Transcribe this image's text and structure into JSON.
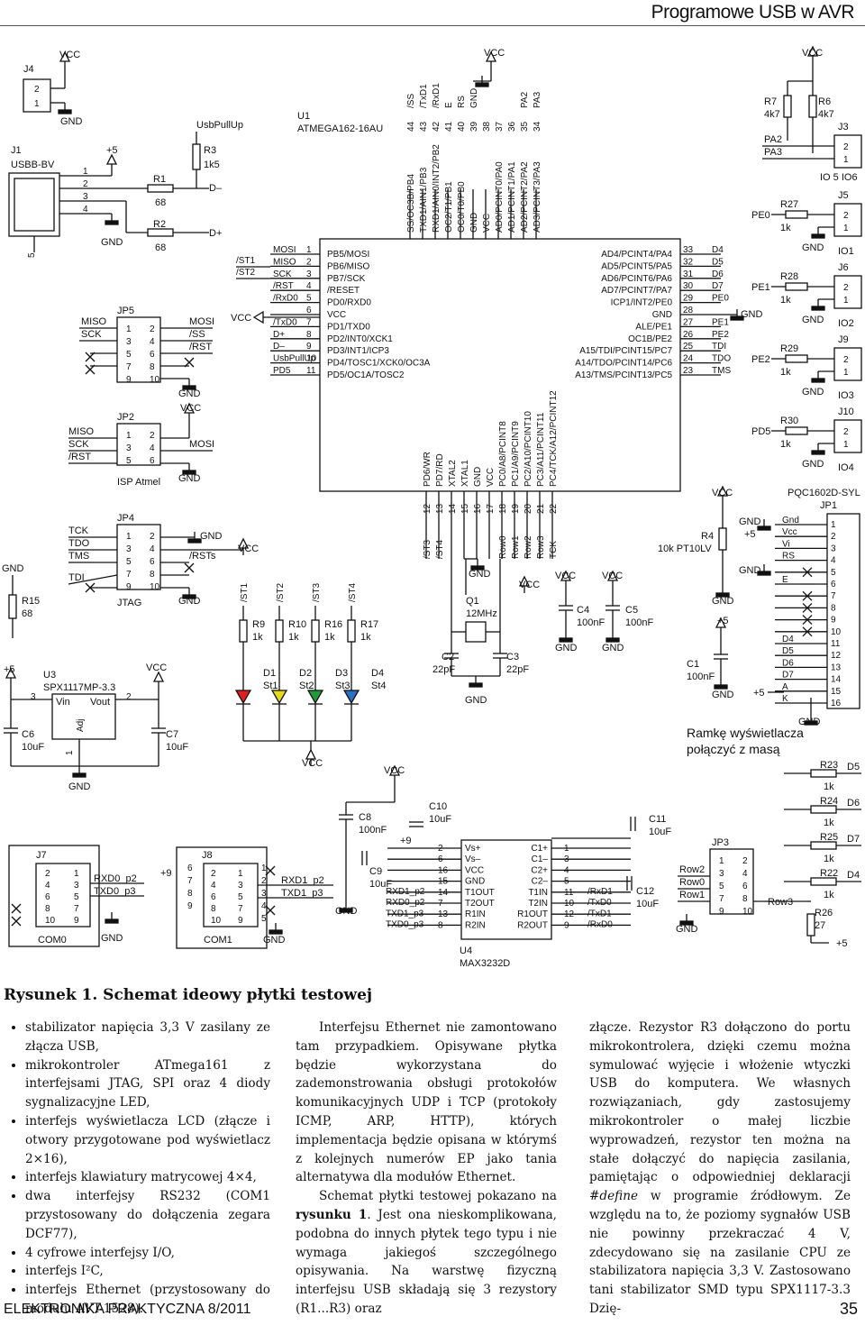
{
  "header": {
    "title": "Programowe USB w AVR"
  },
  "figure": {
    "caption": "Rysunek 1. Schemat ideowy płytki testowej",
    "conn_header": {
      "J4": "J4",
      "j4_p2": "2",
      "j4_p1": "1",
      "vcc1": "VCC",
      "gnd1": "GND",
      "J1": "J1",
      "usb": "USBB-BV",
      "plus5a": "+5",
      "p1": "1",
      "p2": "2",
      "p3": "3",
      "p4": "4",
      "p5": "5",
      "R1": "R1",
      "r1v": "68",
      "R2": "R2",
      "r2v": "68",
      "gnd2": "GND",
      "usbpullup": "UsbPullUp",
      "R3": "R3",
      "r3v": "1k5",
      "dminus": "D–",
      "dplus": "D+"
    },
    "isp": {
      "JP5": "JP5",
      "miso": "MISO",
      "sck": "SCK",
      "mosi": "MOSI",
      "ss": "/SS",
      "rst": "/RST",
      "n1": "1",
      "n2": "2",
      "n3": "3",
      "n4": "4",
      "n5": "5",
      "n6": "6",
      "n7": "7",
      "n8": "8",
      "n9": "9",
      "n10": "10",
      "gnd": "GND",
      "vcc": "VCC",
      "JP2": "JP2",
      "miso2": "MISO",
      "sck2": "SCK",
      "rst2": "/RST",
      "mosi2": "MOSI",
      "gnd3": "GND",
      "ispatmel": "ISP Atmel",
      "JP4": "JP4",
      "tck": "TCK",
      "tdo": "TDO",
      "tms": "TMS",
      "tdi": "TDI",
      "gnd4": "GND",
      "rsts": "/RSTs",
      "gnd5": "GND",
      "vcc2": "VCC",
      "jtag": "JTAG"
    },
    "mcu": {
      "U1": "U1",
      "part": "ATMEGA162-16AU",
      "left_pins": [
        {
          "net": "MOSI",
          "num": "1",
          "name": "PB5/MOSI"
        },
        {
          "net": "MISO",
          "num": "2",
          "name": "PB6/MISO"
        },
        {
          "net": "SCK",
          "num": "3",
          "name": "PB7/SCK"
        },
        {
          "net": "/RST",
          "num": "4",
          "name": "/RESET"
        },
        {
          "net": "/RxD0",
          "num": "5",
          "name": "PD0/RXD0"
        },
        {
          "net": "",
          "num": "6",
          "name": "VCC"
        },
        {
          "net": "/TxD0",
          "num": "7",
          "name": "PD1/TXD0"
        },
        {
          "net": "D+",
          "num": "8",
          "name": "PD2/INT0/XCK1"
        },
        {
          "net": "D–",
          "num": "9",
          "name": "PD3/INT1/ICP3"
        },
        {
          "net": "UsbPullUp",
          "num": "10",
          "name": "PD4/TOSC1/XCK0/OC3A"
        },
        {
          "net": "PD5",
          "num": "11",
          "name": "PD5/OC1A/TOSC2"
        }
      ],
      "st1": "/ST1",
      "st2": "/ST2",
      "vcc": "VCC",
      "right_pins": [
        {
          "name": "AD4/PCINT4/PA4",
          "num": "33",
          "net": "D4"
        },
        {
          "name": "AD5/PCINT5/PA5",
          "num": "32",
          "net": "D5"
        },
        {
          "name": "AD6/PCINT6/PA6",
          "num": "31",
          "net": "D6"
        },
        {
          "name": "AD7/PCINT7/PA7",
          "num": "30",
          "net": "D7"
        },
        {
          "name": "ICP1/INT2/PE0",
          "num": "29",
          "net": "PE0"
        },
        {
          "name": "GND",
          "num": "28",
          "net": ""
        },
        {
          "name": "ALE/PE1",
          "num": "27",
          "net": "PE1"
        },
        {
          "name": "OC1B/PE2",
          "num": "26",
          "net": "PE2"
        },
        {
          "name": "A15/TDI/PCINT15/PC7",
          "num": "25",
          "net": "TDI"
        },
        {
          "name": "A14/TDO/PCINT14/PC6",
          "num": "24",
          "net": "TDO"
        },
        {
          "name": "A13/TMS/PCINT13/PC5",
          "num": "23",
          "net": "TMS"
        }
      ],
      "gnd_r": "GND",
      "top_pins": [
        {
          "net": "/SS",
          "num": "44",
          "name": "SS/OC3B/PB4"
        },
        {
          "net": "/TxD1",
          "num": "43",
          "name": "TXD1/AIN1/PB3"
        },
        {
          "net": "/RxD1",
          "num": "42",
          "name": "RXD1/AIN0/INT2/PB2"
        },
        {
          "net": "E",
          "num": "41",
          "name": "OC2/T1/PB1"
        },
        {
          "net": "RS",
          "num": "40",
          "name": "OC0/T0/PB0"
        },
        {
          "net": "GND",
          "num": "39",
          "name": "GND"
        },
        {
          "net": "",
          "num": "38",
          "name": "VCC"
        },
        {
          "net": "",
          "num": "37",
          "name": "AD0/PCINT0/PA0"
        },
        {
          "net": "",
          "num": "36",
          "name": "AD1/PCINT1/PA1"
        },
        {
          "net": "PA2",
          "num": "35",
          "name": "AD2/PCINT2/PA2"
        },
        {
          "net": "PA3",
          "num": "34",
          "name": "AD3/PCINT3/PA3"
        }
      ],
      "vcc_top": "VCC",
      "bottom_pins": [
        {
          "name": "PD6/WR",
          "num": "12",
          "net": "/ST3"
        },
        {
          "name": "PD7/RD",
          "num": "13",
          "net": "/ST4"
        },
        {
          "name": "XTAL2",
          "num": "14",
          "net": ""
        },
        {
          "name": "XTAL1",
          "num": "15",
          "net": ""
        },
        {
          "name": "GND",
          "num": "16",
          "net": ""
        },
        {
          "name": "VCC",
          "num": "17",
          "net": ""
        },
        {
          "name": "PC0/A8/PCINT8",
          "num": "18",
          "net": "Row0"
        },
        {
          "name": "PC1/A9/PCINT9",
          "num": "19",
          "net": "Row1"
        },
        {
          "name": "PC2/A10/PCINT10",
          "num": "20",
          "net": "Row2"
        },
        {
          "name": "PC3/A11/PCINT11",
          "num": "21",
          "net": "Row3"
        },
        {
          "name": "PC4/TCK/A12/PCINT12",
          "num": "22",
          "net": "TCK"
        }
      ],
      "gnd_b": "GND",
      "vcc_b": "VCC"
    },
    "crystal": {
      "Q1": "Q1",
      "freq": "12MHz",
      "C2": "C2",
      "c2v": "22pF",
      "C3": "C3",
      "c3v": "22pF",
      "gnd": "GND"
    },
    "decoupling": {
      "vcc1": "VCC",
      "vcc2": "VCC",
      "C4": "C4",
      "c4v": "100nF",
      "C5": "C5",
      "c5v": "100nF",
      "gnd1": "GND",
      "gnd2": "GND"
    },
    "leds": {
      "vcc": "VCC",
      "items": [
        {
          "net": "/ST1",
          "r": "R9",
          "rv": "1k",
          "d": "D1",
          "st": "St1",
          "color": "#e02020"
        },
        {
          "net": "/ST2",
          "r": "R10",
          "rv": "1k",
          "d": "D2",
          "st": "St2",
          "color": "#e8d81e"
        },
        {
          "net": "/ST3",
          "r": "R16",
          "rv": "1k",
          "d": "D3",
          "st": "St3",
          "color": "#1f9a35"
        },
        {
          "net": "/ST4",
          "r": "R17",
          "rv": "1k",
          "d": "D4",
          "st": "St4",
          "color": "#2a6fc2"
        }
      ],
      "vcc_bottom": "VCC"
    },
    "power": {
      "gnd": "GND",
      "R15": "R15",
      "r15v": "68",
      "plus5": "+5",
      "U3": "U3",
      "reg": "SPX1117MP-3.3",
      "vin": "Vin",
      "vout": "Vout",
      "adj": "Adj",
      "pin3": "3",
      "pin2": "2",
      "pin1": "1",
      "vcc": "VCC",
      "C6": "C6",
      "c6v": "10uF",
      "C7": "C7",
      "c7v": "10uF",
      "gnd_b": "GND"
    },
    "io": {
      "vcc": "VCC",
      "items": [
        {
          "r": "R7",
          "rv": "4k7",
          "net": "PA2",
          "j": "J3",
          "label": "IO 5 IO6"
        },
        {
          "r": "R27",
          "rv": "1k",
          "net": "PE0",
          "j": "J5",
          "label": "IO1"
        },
        {
          "r": "R28",
          "rv": "1k",
          "net": "PE1",
          "j": "J6",
          "label": "IO2"
        },
        {
          "r": "R29",
          "rv": "1k",
          "net": "PE2",
          "j": "J9",
          "label": "IO3"
        },
        {
          "r": "R30",
          "rv": "1k",
          "net": "PD5",
          "j": "J10",
          "label": "IO4"
        }
      ],
      "R6": "R6",
      "r6v": "4k7",
      "pa3": "PA3",
      "gnd": "GND",
      "p2": "2",
      "p1": "1"
    },
    "lcd": {
      "part": "PQC1602D-SYL",
      "JP1": "JP1",
      "vcc": "VCC",
      "gnd": "GND",
      "plus5": "+5",
      "R4": "R4",
      "r4v": "10k PT10LV",
      "C1": "C1",
      "c1v": "100nF",
      "pins": [
        "Gnd",
        "Vcc",
        "Vi",
        "RS",
        "",
        "E",
        "",
        "",
        "",
        "",
        "D4",
        "D5",
        "D6",
        "D7",
        "A",
        "K"
      ],
      "nums": [
        "1",
        "2",
        "3",
        "4",
        "5",
        "6",
        "7",
        "8",
        "9",
        "10",
        "11",
        "12",
        "13",
        "14",
        "15",
        "16"
      ],
      "note1": "Ramkę wyświetlacza",
      "note2": "połączyć z masą"
    },
    "rs232": {
      "J7": "J7",
      "com0": "COM0",
      "rxd0p2": "RXD0_p2",
      "txd0p3": "TXD0_p3",
      "gnd1": "GND",
      "plus9": "+9",
      "J8": "J8",
      "com1": "COM1",
      "rxd1p2": "RXD1_p2",
      "txd1p3": "TXD1_p3",
      "gnd2": "GND",
      "C8": "C8",
      "c8v": "100nF",
      "C9": "C9",
      "c9v": "10uF",
      "C10": "C10",
      "c10v": "10uF",
      "vcc": "VCC",
      "gnd3": "GND",
      "plus9b": "+9",
      "u4_left": [
        "Vs+",
        "Vs–",
        "VCC",
        "GND",
        "T1OUT",
        "T2OUT",
        "R1IN",
        "R2IN"
      ],
      "u4_lnum": [
        "2",
        "6",
        "16",
        "15",
        "14",
        "7",
        "13",
        "8"
      ],
      "u4_right": [
        "C1+",
        "C1–",
        "C2+",
        "C2–",
        "T1IN",
        "T2IN",
        "R1OUT",
        "R2OUT"
      ],
      "u4_rnum": [
        "1",
        "3",
        "4",
        "5",
        "11",
        "10",
        "12",
        "9"
      ],
      "nets_left": [
        "RXD1_p2",
        "RXD0_p2",
        "TXD1_p3",
        "TXD0_p3"
      ],
      "nets_right": [
        "/RxD1",
        "/TxD0",
        "/TxD1",
        "/RxD0"
      ],
      "U4": "U4",
      "max": "MAX3232D",
      "C11": "C11",
      "c11v": "10uF",
      "C12": "C12",
      "c12v": "10uF"
    },
    "keypad": {
      "JP3": "JP3",
      "row2": "Row2",
      "row0": "Row0",
      "row1": "Row1",
      "row3": "Row3",
      "gnd": "GND",
      "R": [
        {
          "r": "R23",
          "v": "1k",
          "d": "D5"
        },
        {
          "r": "R24",
          "v": "1k",
          "d": "D6"
        },
        {
          "r": "R25",
          "v": "1k",
          "d": "D7"
        },
        {
          "r": "R22",
          "v": "1k",
          "d": "D4"
        }
      ],
      "R26": "R26",
      "r26v": "27",
      "plus5": "+5"
    }
  },
  "text": {
    "bullets": [
      "stabilizator napięcia 3,3 V zasilany ze złącza USB,",
      "mikrokontroler ATmega161 z interfejsami JTAG, SPI oraz 4 diody sygnalizacyjne LED,",
      "interfejs wyświetlacza LCD (złącze i otwory przygotowane pod wyświetlacz 2×16),",
      "interfejs klawiatury matrycowej 4×4,",
      "dwa interfejsy RS232 (COM1 przystosowany do dołączenia zegara DCF77),",
      "4 cyfrowe interfejsy I/O,",
      "interfejs I²C,",
      "interfejs Ethernet (przystosowany do modułu AVT-1528)."
    ],
    "col2_p1": "Interfejsu Ethernet nie zamontowano tam przypadkiem. Opisywane płytka będzie wykorzystana do zademonstrowania obsługi protokołów komunikacyjnych UDP i TCP (protokoły ICMP, ARP, HTTP), których implementacja będzie opisana w którymś z kolejnych numerów EP jako tania alternatywa dla modułów Ethernet.",
    "col2_p2a": "Schemat płytki testowej pokazano na ",
    "col2_p2b": "rysunku 1",
    "col2_p2c": ". Jest ona nieskomplikowana, podobna do innych płytek tego typu i nie wymaga jakiegoś szczególnego opisywania. Na warstwę fizyczną interfejsu USB składają się 3 rezystory (R1...R3) oraz",
    "col3_a": "złącze. Rezystor R3 dołączono do portu mikrokontrolera, dzięki czemu można symulować wyjęcie i włożenie wtyczki USB do komputera. We własnych rozwiązaniach, gdy zastosujemy mikrokontroler o małej liczbie wyprowadzeń, rezystor ten można na stałe dołączyć do napięcia zasilania, pamiętając o odpowiedniej deklaracji ",
    "col3_b": "#define",
    "col3_c": " w programie źródłowym. Ze względu na to, że poziomy sygnałów USB nie powinny przekraczać 4 V, zdecydowano się na zasilanie CPU ze stabilizatora napięcia 3,3 V. Zastosowano tani stabilizator SMD typu SPX1117-3.3 Dzię-"
  },
  "footer": {
    "magazine": "ELEKTRONIKA PRAKTYCZNA 8/2011",
    "page": "35"
  }
}
